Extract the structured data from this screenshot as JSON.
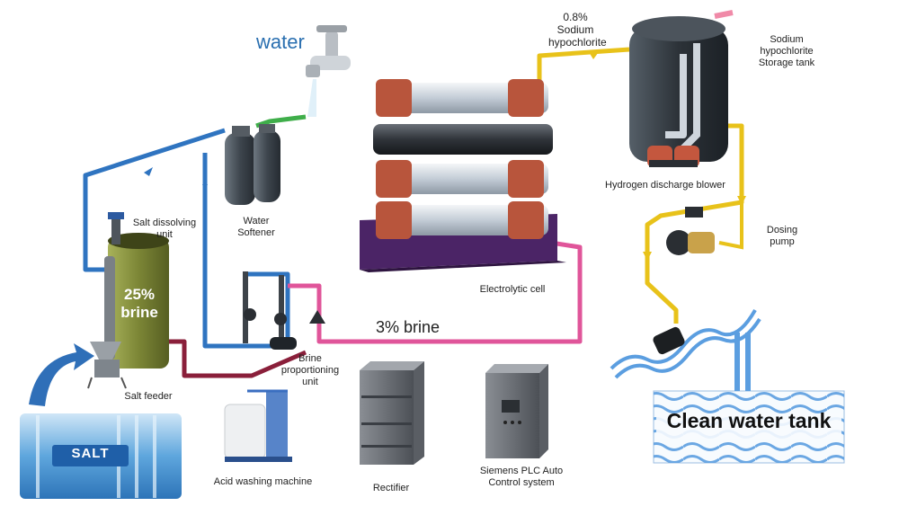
{
  "labels": {
    "water": "water",
    "sodium_hypochlorite_conc_1": "0.8%",
    "sodium_hypochlorite_conc_2": "Sodium",
    "sodium_hypochlorite_conc_3": "hypochlorite",
    "storage_tank_1": "Sodium",
    "storage_tank_2": "hypochlorite",
    "storage_tank_3": "Storage tank",
    "hydrogen_blower": "Hydrogen discharge blower",
    "dosing_pump_1": "Dosing",
    "dosing_pump_2": "pump",
    "electrolytic_cell": "Electrolytic cell",
    "brine_3": "3% brine",
    "salt_dissolving_1": "Salt dissolving",
    "salt_dissolving_2": "unit",
    "water_softener_1": "Water",
    "water_softener_2": "Softener",
    "brine_25_1": "25%",
    "brine_25_2": "brine",
    "brine_prop_1": "Brine",
    "brine_prop_2": "proportioning",
    "brine_prop_3": "unit",
    "salt_feeder": "Salt feeder",
    "acid_washing": "Acid washing machine",
    "rectifier": "Rectifier",
    "plc_1": "Siemens PLC Auto",
    "plc_2": "Control system",
    "salt_bag": "SALT",
    "clean_water_tank": "Clean water tank"
  },
  "colors": {
    "water_pipe": "#2f74c0",
    "brine_pipe": "#e0559a",
    "concentrated_brine_pipe": "#8a1f3a",
    "hypochlorite_pipe": "#e8c21a",
    "softened_pipe": "#3fae4a",
    "brine_tank": "#7e8a3a",
    "storage_tank": "#2e343c",
    "electrode_flange": "#b8553c",
    "arrow_blue": "#2f6fb8"
  }
}
